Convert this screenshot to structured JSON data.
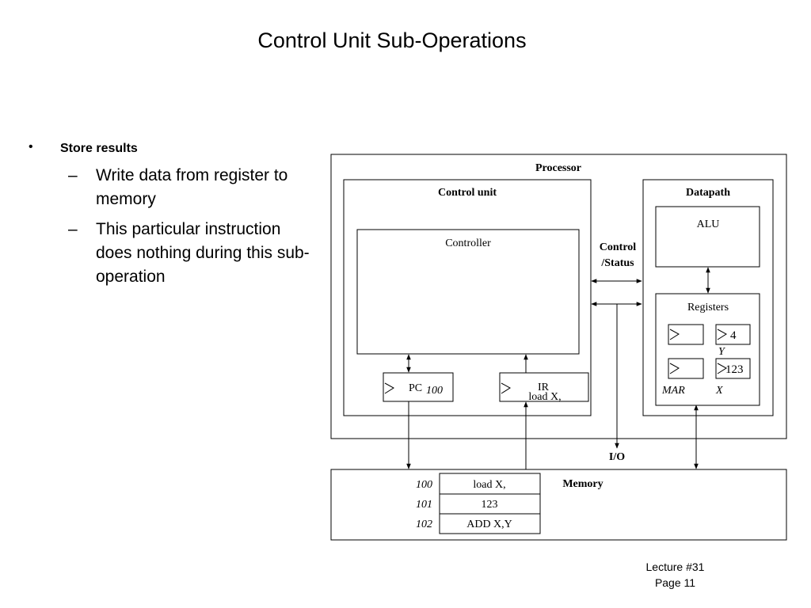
{
  "slide": {
    "title": "Control Unit Sub-Operations",
    "bullet_symbol": "•",
    "dash_symbol": "–",
    "bullet_main": "Store results",
    "sub_bullets": [
      "Write data from register to memory",
      "This particular instruction does nothing during this sub-operation"
    ],
    "footer_line1": "Lecture #31",
    "footer_line2": "Page 11"
  },
  "diagram": {
    "processor_label": "Processor",
    "control_unit_label": "Control unit",
    "controller_label": "Controller",
    "datapath_label": "Datapath",
    "alu_label": "ALU",
    "registers_label": "Registers",
    "control_status_line1": "Control",
    "control_status_line2": "/Status",
    "io_label": "I/O",
    "memory_label": "Memory",
    "pc_label": "PC",
    "pc_value": "100",
    "ir_label": "IR",
    "ir_value": "load X,",
    "reg_y_value": "4",
    "reg_y_label": "Y",
    "reg_x_value": "123",
    "reg_x_label": "X",
    "mar_label": "MAR",
    "memory_rows": [
      {
        "address": "100",
        "content": "load X,"
      },
      {
        "address": "101",
        "content": "123"
      },
      {
        "address": "102",
        "content": "ADD X,Y"
      }
    ]
  }
}
